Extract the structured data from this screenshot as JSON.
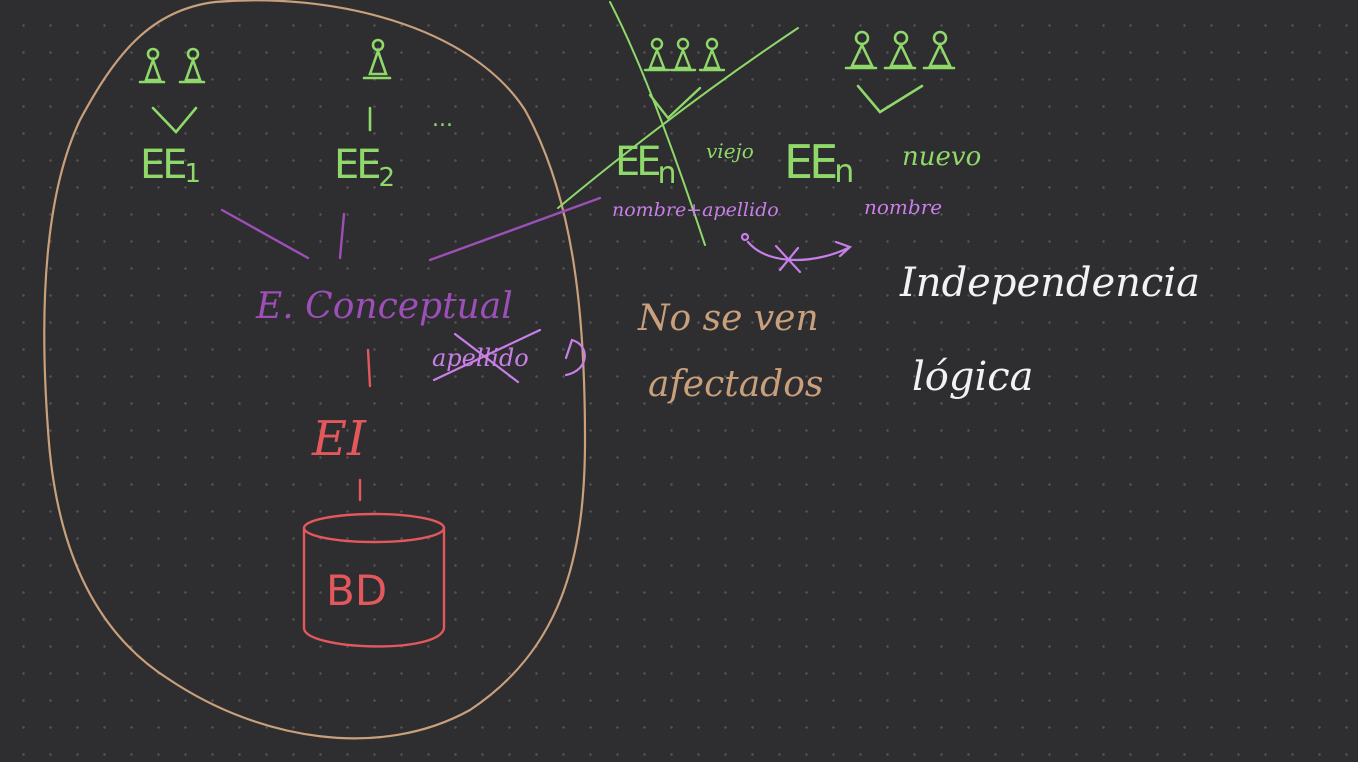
{
  "colors": {
    "background": "#2e2d30",
    "grid_dot": "#55545a",
    "boundary": "#c9a07c",
    "external": "#8fd86a",
    "conceptual": "#9b4fb7",
    "internal": "#e2585c",
    "annotation": "#c87fe8",
    "note": "#c9a07c",
    "white": "#f2f2f2"
  },
  "external_schemas": {
    "ee1": {
      "main": "EE",
      "sub": "1"
    },
    "ee2": {
      "main": "EE",
      "sub": "2"
    },
    "ellipsis": "...",
    "een_old": {
      "main": "EE",
      "sub": "n",
      "tag": "viejo"
    },
    "een_new": {
      "main": "EE",
      "sub": "n",
      "tag": "nuevo"
    }
  },
  "conceptual_schema": "E. Conceptual",
  "internal_schema": "EI",
  "database": "BD",
  "annotations": {
    "old_fields": "nombre+apellido",
    "new_fields": "nombre",
    "removed_field": "apellido"
  },
  "note": {
    "line1": "No se ven",
    "line2": "afectados"
  },
  "concept": {
    "line1": "Independencia",
    "line2": "lógica"
  }
}
